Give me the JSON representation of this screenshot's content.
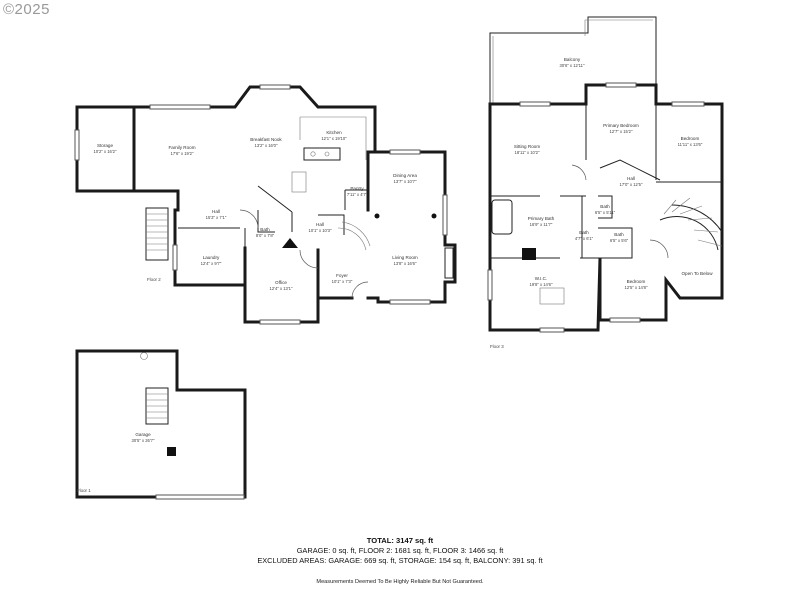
{
  "copyright": "©2025",
  "rooms": {
    "storage": {
      "name": "Storage",
      "dim": "10'2\" x 16'2\""
    },
    "family_room": {
      "name": "Family Room",
      "dim": "17'6\" x 19'2\""
    },
    "breakfast_nook": {
      "name": "Breakfast Nook",
      "dim": "13'2\" x 16'0\""
    },
    "kitchen": {
      "name": "Kitchen",
      "dim": "12'1\" x 19'10\""
    },
    "pantry": {
      "name": "Pantry",
      "dim": "7'11\" x 4'7\""
    },
    "dining_area": {
      "name": "Dining Area",
      "dim": "13'7\" x 10'7\""
    },
    "hall_f2_left": {
      "name": "Hall",
      "dim": "15'3\" x 7'1\""
    },
    "bath_f2": {
      "name": "Bath",
      "dim": "8'0\" x 7'8\""
    },
    "hall_f2_center": {
      "name": "Hall",
      "dim": "10'1\" x 10'3\""
    },
    "laundry": {
      "name": "Laundry",
      "dim": "12'4\" x 9'7\""
    },
    "office": {
      "name": "Office",
      "dim": "12'4\" x 13'1\""
    },
    "foyer": {
      "name": "Foyer",
      "dim": "10'1\" x 7'3\""
    },
    "living_room": {
      "name": "Living Room",
      "dim": "13'8\" x 16'6\""
    },
    "balcony": {
      "name": "Balcony",
      "dim": "30'6\" x 12'11\""
    },
    "sitting_room": {
      "name": "Sitting Room",
      "dim": "18'11\" x 10'2\""
    },
    "primary_bedroom": {
      "name": "Primary Bedroom",
      "dim": "12'7\" x 15'2\""
    },
    "bedroom_ne": {
      "name": "Bedroom",
      "dim": "11'11\" x 13'6\""
    },
    "hall_f3": {
      "name": "Hall",
      "dim": "17'0\" x 12'5\""
    },
    "bath_f3_a": {
      "name": "Bath",
      "dim": "6'5\" x 5'11\""
    },
    "primary_bath": {
      "name": "Primary Bath",
      "dim": "16'9\" x 11'7\""
    },
    "bath_f3_b": {
      "name": "Bath",
      "dim": "4'7\" x 6'1\""
    },
    "bath_f3_c": {
      "name": "Bath",
      "dim": "6'5\" x 5'6\""
    },
    "wic": {
      "name": "W.I.C.",
      "dim": "19'8\" x 14'6\""
    },
    "bedroom_se": {
      "name": "Bedroom",
      "dim": "12'5\" x 14'8\""
    },
    "open_below": {
      "name": "Open To Below"
    },
    "garage": {
      "name": "Garage",
      "dim": "30'5\" x 26'7\""
    }
  },
  "floor_labels": {
    "floor2": "Floor 2",
    "floor3": "Floor 3",
    "floor1": "Floor 1"
  },
  "summary": {
    "total": "TOTAL: 3147 sq. ft",
    "line1": "GARAGE: 0 sq. ft, FLOOR 2: 1681 sq. ft, FLOOR 3: 1466 sq. ft",
    "line2": "EXCLUDED AREAS: GARAGE: 669 sq. ft, STORAGE: 154 sq. ft, BALCONY: 391 sq. ft"
  },
  "disclaimer": "Measurements Deemed To Be Highly Reliable But Not Guaranteed."
}
